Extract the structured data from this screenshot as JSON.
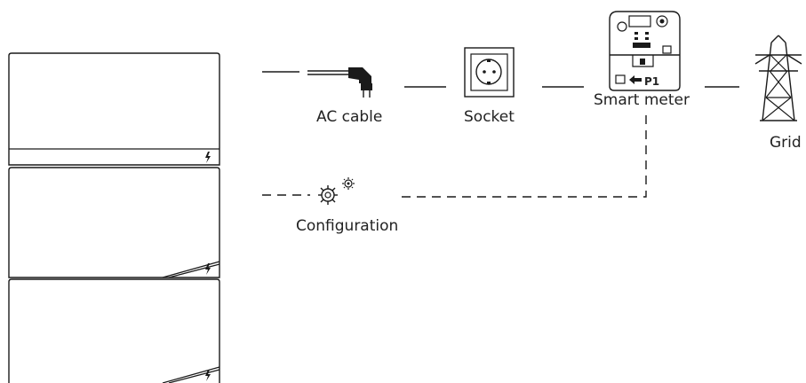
{
  "diagram": {
    "components": [
      {
        "id": "ac_cable",
        "label": "AC cable",
        "icon": "plug-icon"
      },
      {
        "id": "socket",
        "label": "Socket",
        "icon": "socket-icon"
      },
      {
        "id": "smart_meter",
        "label": "Smart meter",
        "icon": "smart-meter-icon",
        "port_label": "P1"
      },
      {
        "id": "grid",
        "label": "Grid",
        "icon": "pylon-icon"
      },
      {
        "id": "configuration",
        "label": "Configuration",
        "icon": "gears-icon"
      }
    ],
    "connections": [
      {
        "from": "battery_stack",
        "to": "ac_cable",
        "style": "solid"
      },
      {
        "from": "ac_cable",
        "to": "socket",
        "style": "solid"
      },
      {
        "from": "socket",
        "to": "smart_meter",
        "style": "solid"
      },
      {
        "from": "smart_meter",
        "to": "grid",
        "style": "solid"
      },
      {
        "from": "smart_meter",
        "to": "configuration",
        "style": "dashed"
      },
      {
        "from": "configuration",
        "to": "battery_stack",
        "style": "dashed"
      }
    ],
    "battery_modules": 3,
    "line_color": "#1a1a1a"
  }
}
